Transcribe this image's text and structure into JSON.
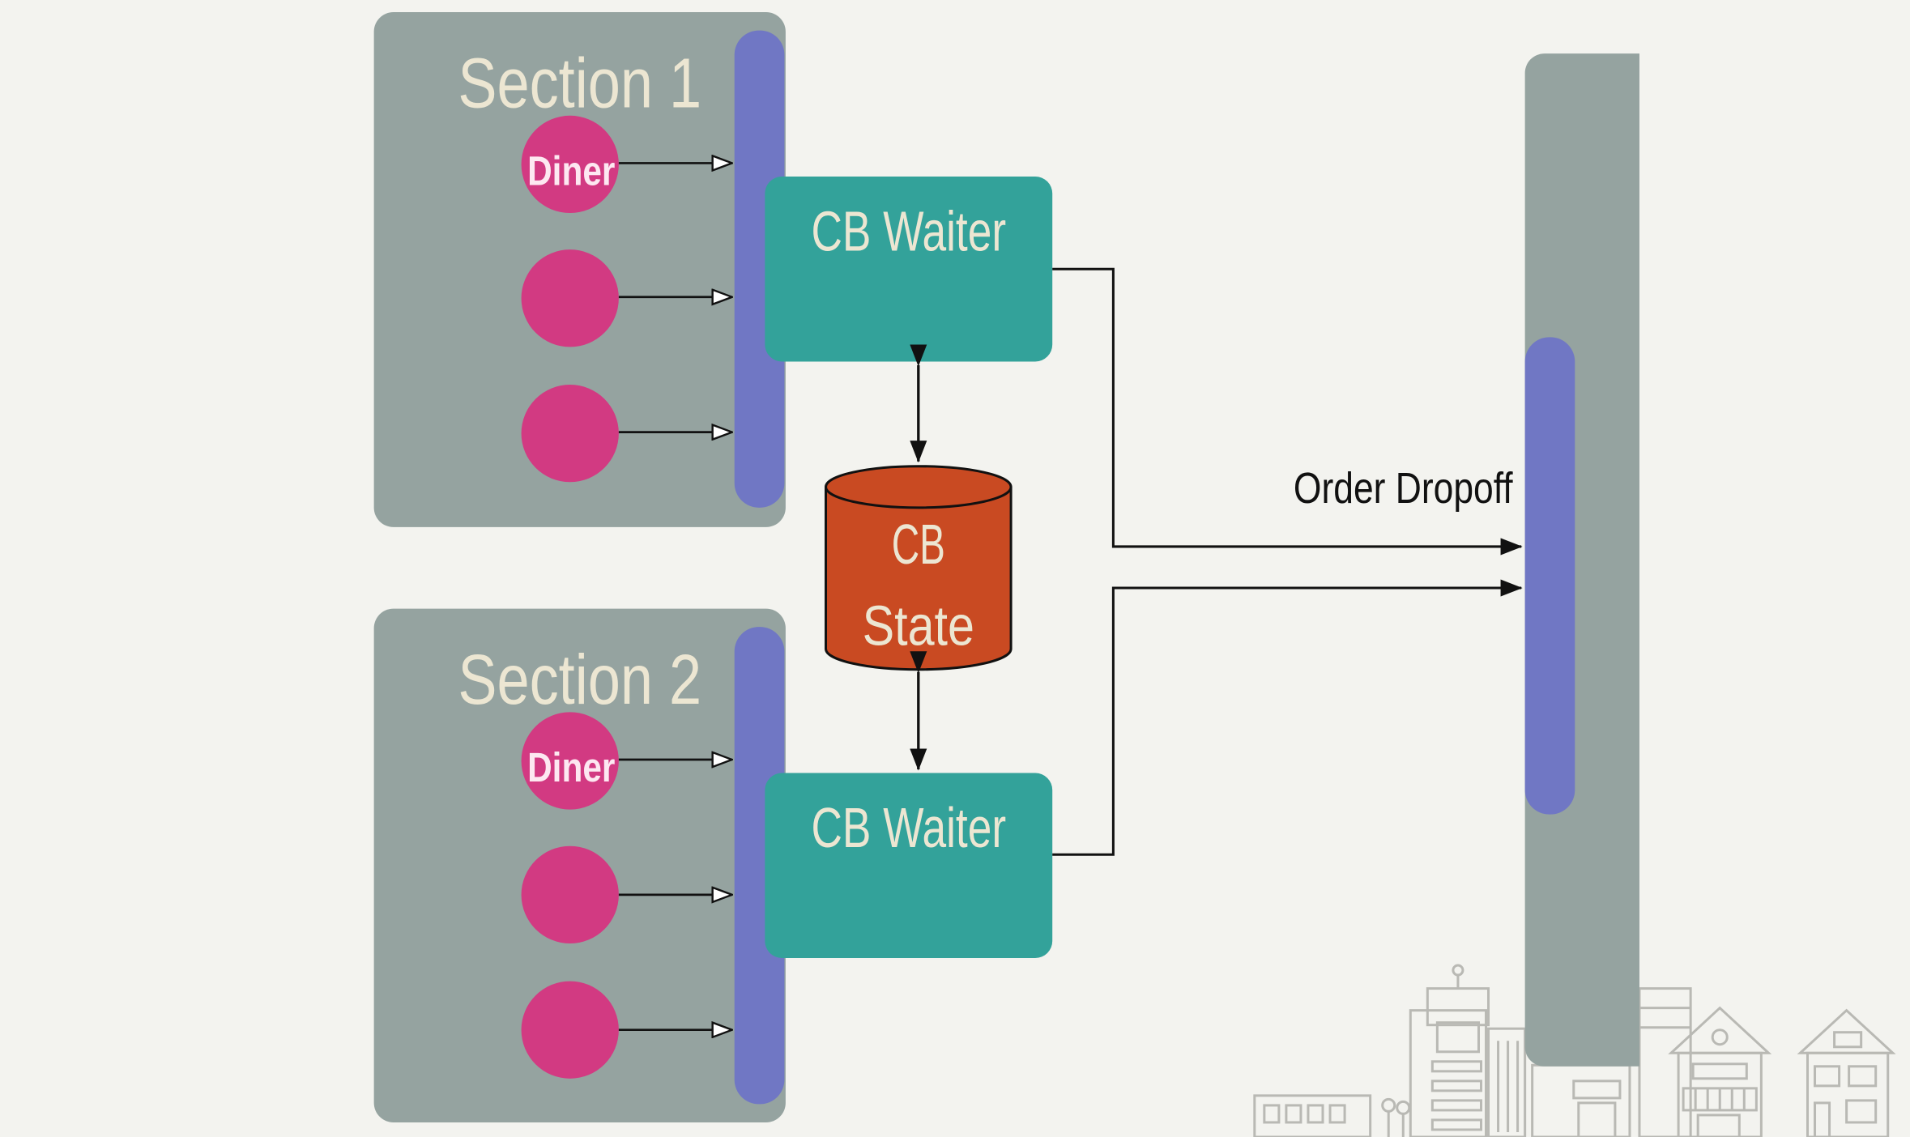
{
  "colors": {
    "background": "#f3f3ef",
    "section_panel": "#95a3a0",
    "queue_bar": "#7077c4",
    "diner": "#d23a82",
    "waiter": "#33a29a",
    "state_db": "#c94a22",
    "label_light": "#ece6d2",
    "connector": "#111111"
  },
  "sections": [
    {
      "title": "Section 1",
      "diner_label": "Diner",
      "diner_count": 3
    },
    {
      "title": "Section 2",
      "diner_label": "Diner",
      "diner_count": 3
    }
  ],
  "waiters": [
    {
      "label": "CB Waiter"
    },
    {
      "label": "CB Waiter"
    }
  ],
  "state_store": {
    "line1": "CB",
    "line2": "State"
  },
  "order_dropoff": {
    "label": "Order Dropoff"
  },
  "icons": {
    "skyline": "city-skyline-icon"
  }
}
